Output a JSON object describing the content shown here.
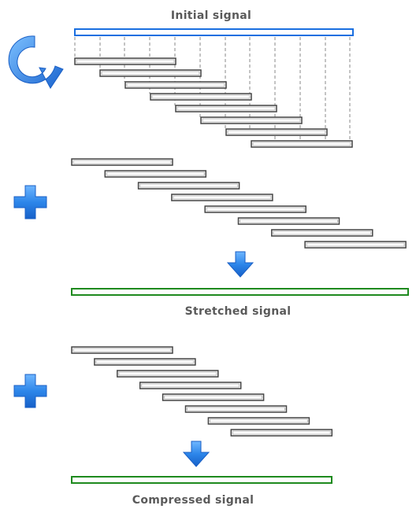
{
  "labels": {
    "initial": "Initial signal",
    "stretched": "Stretched signal",
    "compressed": "Compressed signal"
  },
  "icons": {
    "rotate": "circular-arrow-icon",
    "plus": "plus-icon",
    "down_arrow": "down-arrow-icon"
  },
  "colors": {
    "initial_bar": "#1a6fe0",
    "output_bar": "#1e8a1e",
    "segment_border": "#444444",
    "icon_blue": "#2d86ea",
    "label_text": "#5a5a5a"
  },
  "groups": {
    "split": {
      "segment_count": 8
    },
    "stretched": {
      "segment_count": 8
    },
    "compressed": {
      "segment_count": 8
    }
  }
}
